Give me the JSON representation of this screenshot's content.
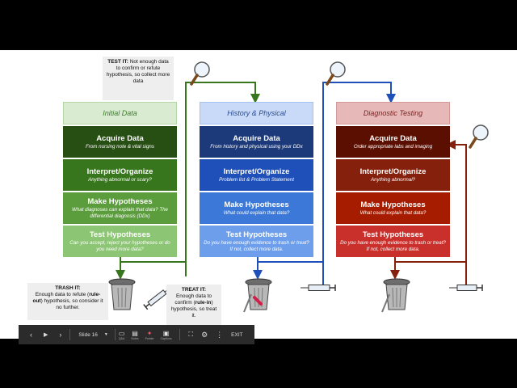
{
  "notes": {
    "test_it": {
      "heading": "TEST IT:",
      "body": "Not enough data to confirm or refute hypothesis, so collect more data"
    },
    "trash_it": {
      "heading": "TRASH IT:",
      "body_pre": "Enough data to refute (",
      "keyword": "rule-out",
      "body_post": ") hypothesis, so consider it no further."
    },
    "treat_it": {
      "heading": "TREAT IT:",
      "body_pre": "Enough data to confirm (",
      "keyword": "rule-in",
      "body_post": ") hypothesis, so treat it."
    }
  },
  "columns": [
    {
      "header": "Initial Data",
      "colors": {
        "header_bg": "#d9ecd2",
        "header_border": "#b5d6a7",
        "header_text": "#3f7a2e",
        "s1": "#274e13",
        "s2": "#38761d",
        "s3": "#5b9c3c",
        "s4": "#8cc574"
      },
      "steps": [
        {
          "title": "Acquire Data",
          "desc": "From nursing note & vital signs"
        },
        {
          "title": "Interpret/Organize",
          "desc": "Anything abnormal or scary?"
        },
        {
          "title": "Make Hypotheses",
          "desc": "What diagnoses can explain that data? The differential diagnosis (DDx)"
        },
        {
          "title": "Test Hypotheses",
          "desc": "Can you accept, reject your hypotheses or do you need more data?"
        }
      ]
    },
    {
      "header": "History & Physical",
      "colors": {
        "header_bg": "#c9daf8",
        "header_border": "#a4c2f4",
        "header_text": "#2a4d8f",
        "s1": "#1c3a7a",
        "s2": "#1f4fb8",
        "s3": "#3c78d8",
        "s4": "#6d9eeb"
      },
      "steps": [
        {
          "title": "Acquire Data",
          "desc": "From history and physical using your DDx"
        },
        {
          "title": "Interpret/Organize",
          "desc": "Problem list & Problem Statement"
        },
        {
          "title": "Make Hypotheses",
          "desc": "What could explain that data?"
        },
        {
          "title": "Test Hypotheses",
          "desc": "Do you have enough evidence to trash or treat? If not, collect more data."
        }
      ]
    },
    {
      "header": "Diagnostic Testing",
      "colors": {
        "header_bg": "#e6b8b8",
        "header_border": "#d49a9a",
        "header_text": "#7a1f1f",
        "s1": "#5b0f00",
        "s2": "#85200c",
        "s3": "#a61c00",
        "s4": "#c9302c"
      },
      "steps": [
        {
          "title": "Acquire Data",
          "desc": "Order appropriate labs and imaging"
        },
        {
          "title": "Interpret/Organize",
          "desc": "Anything abnormal?"
        },
        {
          "title": "Make Hypotheses",
          "desc": "What could explain that data?"
        },
        {
          "title": "Test Hypotheses",
          "desc": "Do you have enough evidence to trash or treat? If not, collect more data."
        }
      ]
    }
  ],
  "toolbar": {
    "slide_label": "Slide 16",
    "exit_label": "EXIT",
    "items": [
      {
        "icon": "present-icon",
        "label": "Q&A"
      },
      {
        "icon": "comment-icon",
        "label": "Notes"
      },
      {
        "icon": "laser-icon",
        "label": "Pointer"
      },
      {
        "icon": "captions-icon",
        "label": "Captions"
      }
    ]
  }
}
